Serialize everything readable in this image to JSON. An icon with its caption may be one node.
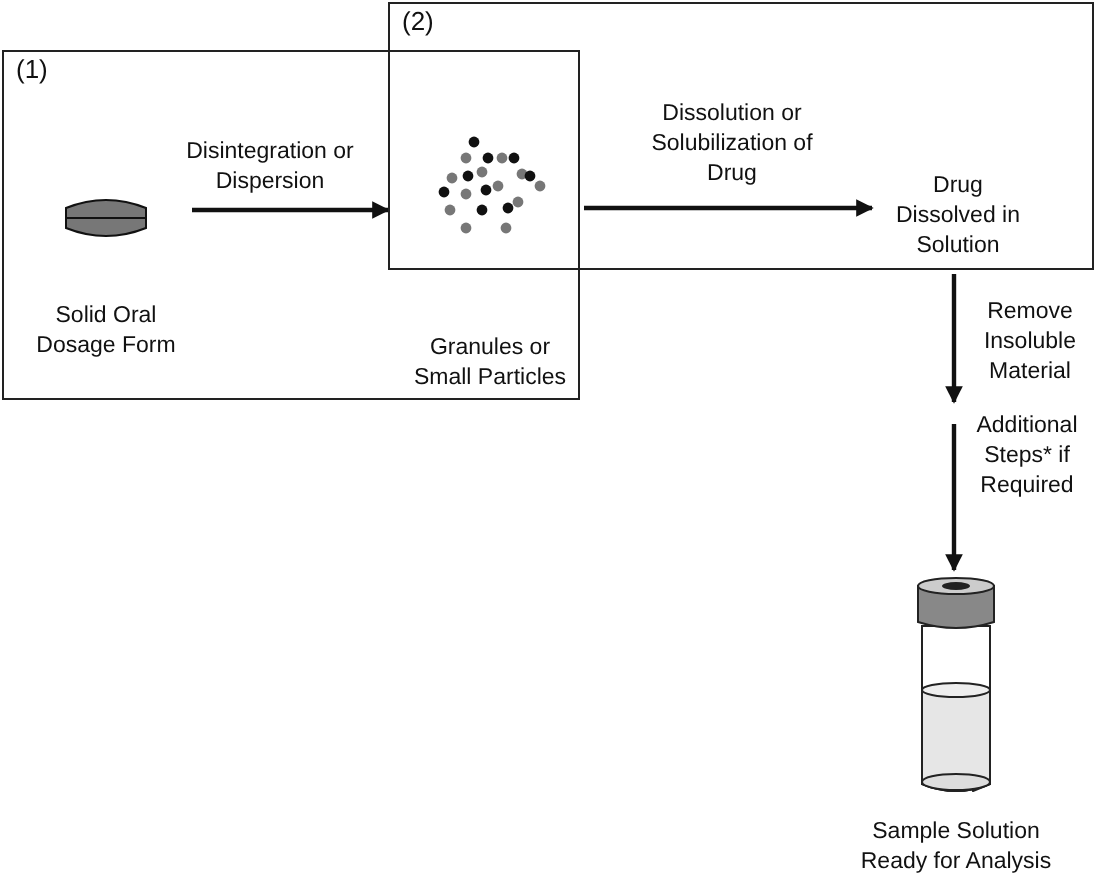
{
  "diagram": {
    "nodes": [
      {
        "text": [
          "(1)"
        ]
      },
      {
        "text": [
          "(2)"
        ]
      },
      {
        "text": [
          "Solid Oral Dosage Form"
        ],
        "in": 0
      },
      {
        "text": [
          "Granules or Small Particles"
        ],
        "in": 0
      },
      {
        "text": [
          "Drug Dissolved in Solution"
        ],
        "in": 1
      },
      {
        "text": [
          "Sample Solution Ready for Analysis"
        ]
      }
    ],
    "edges": [
      {
        "from": 2,
        "to": 3,
        "arrow": "to",
        "label": "Disintegration or Dispersion"
      },
      {
        "from": 3,
        "to": 4,
        "arrow": "to",
        "label": "Dissolution or Solubilization of Drug"
      },
      {
        "from": 1,
        "to": null,
        "arrow": "to",
        "label": "Remove Insoluble Material"
      },
      {
        "from": null,
        "to": 5,
        "arrow": "to",
        "label": "Additional Steps* if Required"
      }
    ]
  }
}
